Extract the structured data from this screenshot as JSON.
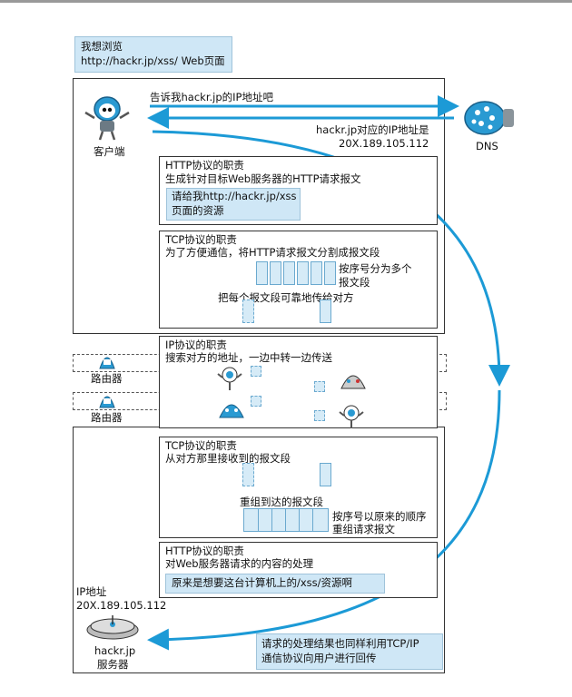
{
  "client": {
    "bubble_line1": "我想浏览",
    "bubble_line2": "http://hackr.jp/xss/ Web页面",
    "label": "客户端",
    "dns_query": "告诉我hackr.jp的IP地址吧",
    "dns_reply_line1": "hackr.jp对应的IP地址是",
    "dns_reply_line2": "20X.189.105.112"
  },
  "dns": {
    "label": "DNS"
  },
  "http_client": {
    "title": "HTTP协议的职责",
    "desc": "生成针对目标Web服务器的HTTP请求报文",
    "note_line1": "请给我http://hackr.jp/xss",
    "note_line2": "页面的资源"
  },
  "tcp_client": {
    "title": "TCP协议的职责",
    "desc": "为了方便通信，将HTTP请求报文分割成报文段",
    "segment_note_line1": "按序号分为多个",
    "segment_note_line2": "报文段",
    "reliable_note": "把每个报文段可靠地传给对方"
  },
  "ip": {
    "title": "IP协议的职责",
    "desc": "搜索对方的地址，一边中转一边传送"
  },
  "routers": [
    {
      "label": "路由器"
    },
    {
      "label": "路由器"
    }
  ],
  "tcp_server": {
    "title": "TCP协议的职责",
    "desc": "从对方那里接收到的报文段",
    "reassemble_note": "重组到达的报文段",
    "order_note_line1": "按序号以原来的顺序",
    "order_note_line2": "重组请求报文"
  },
  "http_server": {
    "title": "HTTP协议的职责",
    "desc": "对Web服务器请求的内容的处理",
    "note": "原来是想要这台计算机上的/xss/资源啊"
  },
  "server": {
    "ip_label": "IP地址",
    "ip_value": "20X.189.105.112",
    "name_line1": "hackr.jp",
    "name_line2": "服务器",
    "return_note_line1": "请求的处理结果也同样利用TCP/IP",
    "return_note_line2": "通信协议向用户进行回传"
  },
  "colors": {
    "accent": "#1c9ad6",
    "note_bg": "#cfe7f6",
    "segment": "#d6ebf7"
  }
}
